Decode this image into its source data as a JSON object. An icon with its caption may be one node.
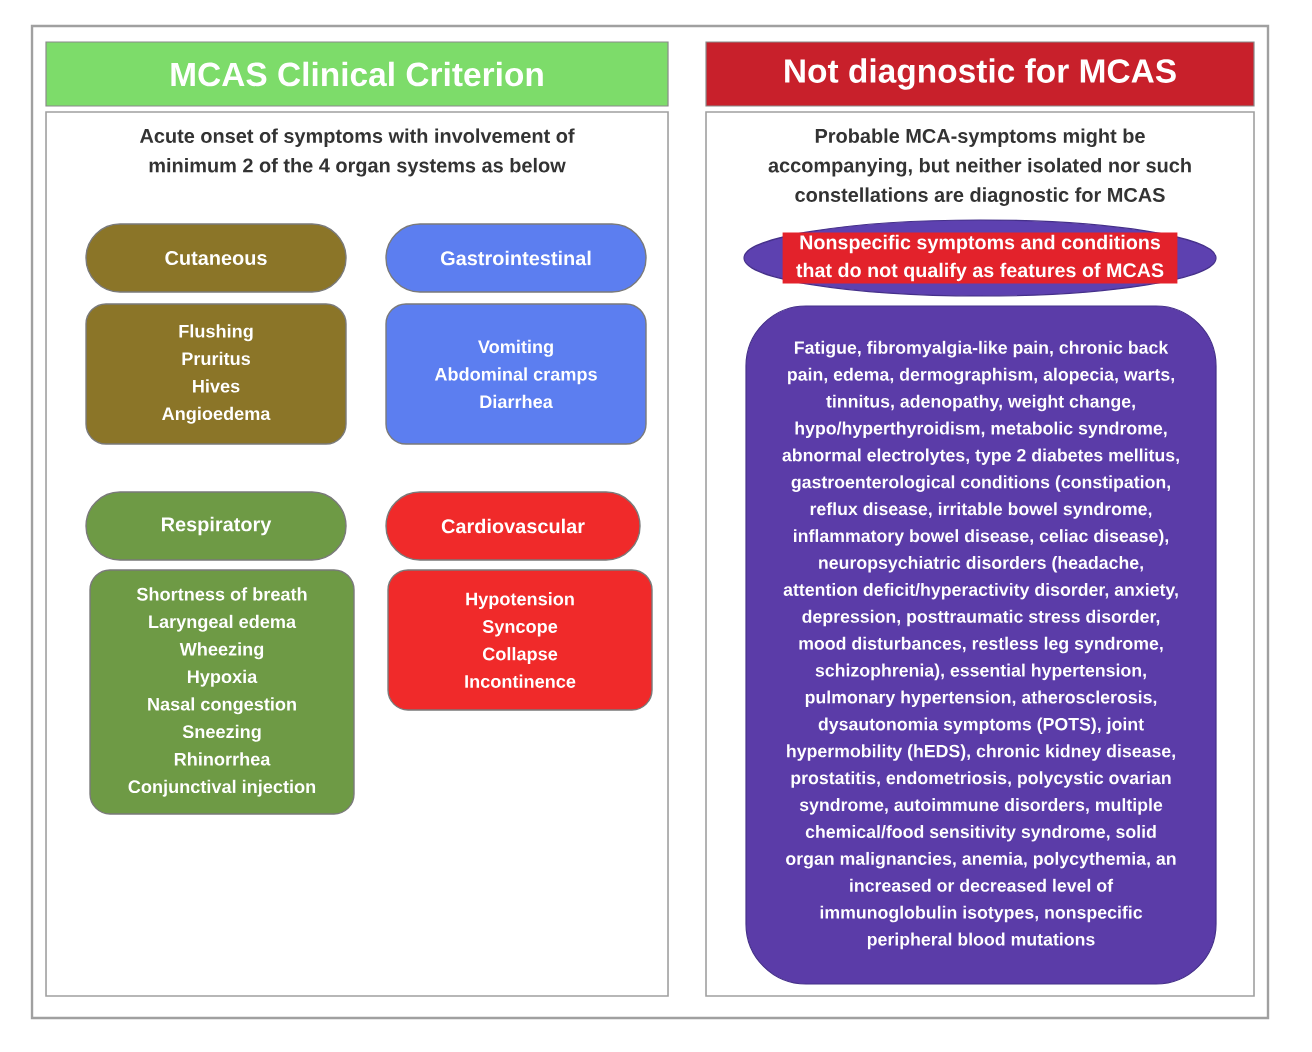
{
  "diagram": {
    "nodes": [
      {
        "text": [
          "MCAS Clinical Criterion"
        ]
      },
      {
        "text": [
          "Acute onset of symptoms with involvement of minimum 2 of the 4 organ systems as below"
        ]
      },
      {
        "text": [
          "Cutaneous"
        ],
        "in": 1
      },
      {
        "text": [
          "Flushing",
          "Pruritus",
          "Hives",
          "Angioedema"
        ],
        "in": 1
      },
      {
        "text": [
          "Gastrointestinal"
        ],
        "in": 1
      },
      {
        "text": [
          "Vomiting",
          "Abdominal cramps",
          "Diarrhea"
        ],
        "in": 1
      },
      {
        "text": [
          "Respiratory"
        ],
        "in": 1
      },
      {
        "text": [
          "Shortness of breath",
          "Laryngeal edema",
          "Wheezing",
          "Hypoxia",
          "Nasal congestion",
          "Sneezing",
          "Rhinorrhea",
          "Conjunctival injection"
        ],
        "in": 1
      },
      {
        "text": [
          "Cardiovascular"
        ],
        "in": 1
      },
      {
        "text": [
          "Hypotension",
          "Syncope",
          "Collapse",
          "Incontinence"
        ],
        "in": 1
      },
      {
        "text": [
          "Not diagnostic for MCAS"
        ]
      },
      {
        "text": [
          "Probable MCA-symptoms might be accompanying, but neither isolated nor such constellations are diagnostic for MCAS"
        ]
      },
      {
        "text": [
          "Nonspecific symptoms and conditions that do not qualify as features of MCAS"
        ],
        "in": 11
      },
      {
        "text": [
          "Fatigue, fibromyalgia-like pain, chronic back pain, edema, dermographism, alopecia, warts, tinnitus, adenopathy, weight change, hypo/hyperthyroidism, metabolic syndrome, abnormal electrolytes, type 2 diabetes mellitus, gastroenterological conditions (constipation, reflux disease, irritable bowel syndrome, inflammatory bowel disease, celiac disease), neuropsychiatric disorders (headache, attention deficit/hyperactivity disorder, anxiety, depression, posttraumatic stress disorder, mood disturbances, restless leg syndrome, schizophrenia), essential hypertension, pulmonary hypertension, atherosclerosis, dysautonomia symptoms (POTS), joint hypermobility (hEDS), chronic kidney disease, prostatitis, endometriosis, polycystic ovarian syndrome, autoimmune disorders, multiple chemical/food sensitivity syndrome, solid organ malignancies, anemia, polycythemia, an increased or decreased level of immunoglobulin isotypes, nonspecific peripheral blood mutations"
        ],
        "in": 11
      }
    ]
  }
}
